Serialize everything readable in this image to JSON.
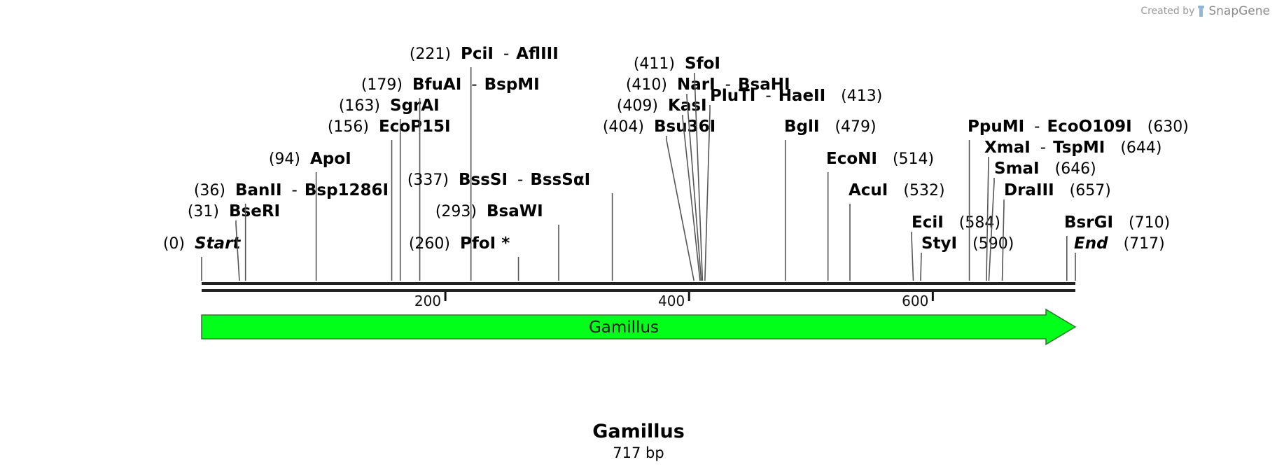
{
  "credit": {
    "created_by": "Created by",
    "brand": "SnapGene"
  },
  "map": {
    "title": "Gamillus",
    "length_label": "717 bp",
    "length": 717,
    "feature": {
      "label": "Gamillus",
      "start": 0,
      "end": 717,
      "color": "#00ff19",
      "direction": "forward"
    },
    "ruler_ticks": [
      {
        "pos": 200,
        "label": "200"
      },
      {
        "pos": 400,
        "label": "400"
      },
      {
        "pos": 600,
        "label": "600"
      }
    ],
    "sites": [
      {
        "name": "Start",
        "name2": "",
        "num": "(0)",
        "pos": 0,
        "side": "left",
        "italic": true
      },
      {
        "name": "BseRI",
        "name2": "",
        "num": "(31)",
        "pos": 31,
        "side": "left"
      },
      {
        "name": "BanII",
        "name2": "Bsp1286I",
        "num": "(36)",
        "pos": 36,
        "side": "left"
      },
      {
        "name": "ApoI",
        "name2": "",
        "num": "(94)",
        "pos": 94,
        "side": "left"
      },
      {
        "name": "EcoP15I",
        "name2": "",
        "num": "(156)",
        "pos": 156,
        "side": "left"
      },
      {
        "name": "SgrAI",
        "name2": "",
        "num": "(163)",
        "pos": 163,
        "side": "left"
      },
      {
        "name": "BfuAI",
        "name2": "BspMI",
        "num": "(179)",
        "pos": 179,
        "side": "left"
      },
      {
        "name": "PciI",
        "name2": "AflIII",
        "num": "(221)",
        "pos": 221,
        "side": "left"
      },
      {
        "name": "PfoI *",
        "name2": "",
        "num": "(260)",
        "pos": 260,
        "side": "left"
      },
      {
        "name": "BsaWI",
        "name2": "",
        "num": "(293)",
        "pos": 293,
        "side": "left"
      },
      {
        "name": "BssSI",
        "name2": "BssSαI",
        "num": "(337)",
        "pos": 337,
        "side": "left"
      },
      {
        "name": "Bsu36I",
        "name2": "",
        "num": "(404)",
        "pos": 404,
        "side": "left"
      },
      {
        "name": "KasI",
        "name2": "",
        "num": "(409)",
        "pos": 409,
        "side": "left"
      },
      {
        "name": "NarI",
        "name2": "BsaHI",
        "num": "(410)",
        "pos": 410,
        "side": "left"
      },
      {
        "name": "SfoI",
        "name2": "",
        "num": "(411)",
        "pos": 411,
        "side": "left"
      },
      {
        "name": "PluTI",
        "name2": "HaeII",
        "num": "(413)",
        "pos": 413,
        "side": "right"
      },
      {
        "name": "BglI",
        "name2": "",
        "num": "(479)",
        "pos": 479,
        "side": "right"
      },
      {
        "name": "EcoNI",
        "name2": "",
        "num": "(514)",
        "pos": 514,
        "side": "right"
      },
      {
        "name": "AcuI",
        "name2": "",
        "num": "(532)",
        "pos": 532,
        "side": "right"
      },
      {
        "name": "EciI",
        "name2": "",
        "num": "(584)",
        "pos": 584,
        "side": "right"
      },
      {
        "name": "StyI",
        "name2": "",
        "num": "(590)",
        "pos": 590,
        "side": "right"
      },
      {
        "name": "PpuMI",
        "name2": "EcoO109I",
        "num": "(630)",
        "pos": 630,
        "side": "right"
      },
      {
        "name": "XmaI",
        "name2": "TspMI",
        "num": "(644)",
        "pos": 644,
        "side": "right"
      },
      {
        "name": "SmaI",
        "name2": "",
        "num": "(646)",
        "pos": 646,
        "side": "right"
      },
      {
        "name": "DraIII",
        "name2": "",
        "num": "(657)",
        "pos": 657,
        "side": "right"
      },
      {
        "name": "BsrGI",
        "name2": "",
        "num": "(710)",
        "pos": 710,
        "side": "right"
      },
      {
        "name": "End",
        "name2": "",
        "num": "(717)",
        "pos": 717,
        "side": "right",
        "italic": true
      }
    ]
  }
}
